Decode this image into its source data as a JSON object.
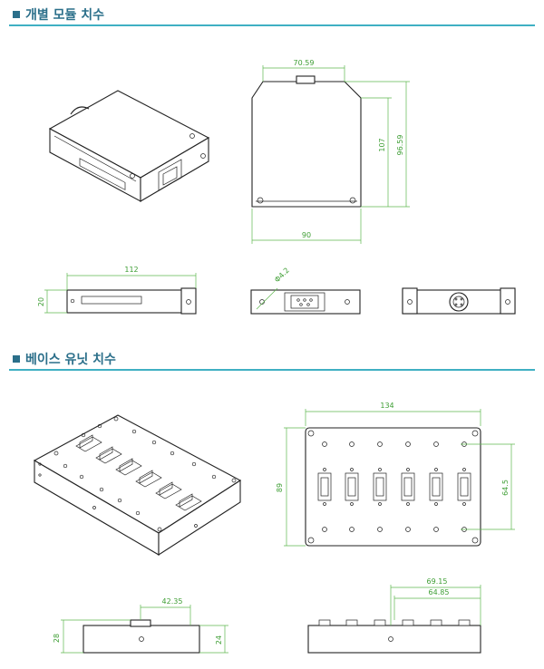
{
  "sections": [
    {
      "title": "개별 모듈 치수"
    },
    {
      "title": "베이스 유닛 치수"
    }
  ],
  "module": {
    "front": {
      "width_top": "70.59",
      "height_outer": "107",
      "height_inner": "96.59",
      "width_bottom": "90"
    },
    "side": {
      "length": "112",
      "height": "20"
    },
    "end_a": {
      "hole": "Φ4.2"
    }
  },
  "base": {
    "top": {
      "width": "134",
      "height": "89",
      "pitch": "64.5"
    },
    "front": {
      "offset": "42.35",
      "h_outer": "28",
      "h_inner": "24"
    },
    "rear": {
      "w1": "69.15",
      "w2": "64.85"
    }
  },
  "colors": {
    "accent": "#2b6f8a",
    "rule": "#3fb0c3",
    "dimension": "#3e9e34"
  }
}
